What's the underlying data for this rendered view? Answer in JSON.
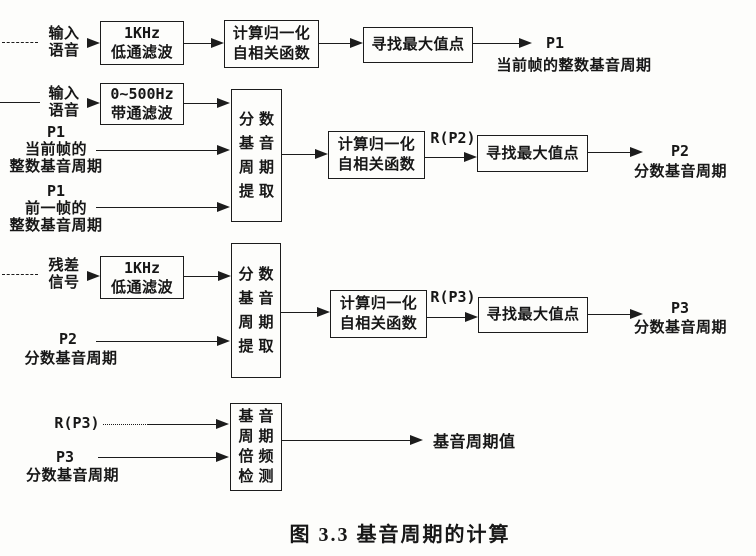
{
  "figure": {
    "caption": "图 3.3 基音周期的计算"
  },
  "row1": {
    "input": {
      "l1": "输入",
      "l2": "语音"
    },
    "lowpass": {
      "l1": "1KHz",
      "l2": "低通滤波"
    },
    "autocorr": {
      "l1": "计算归一化",
      "l2": "自相关函数"
    },
    "findmax": "寻找最大值点",
    "output": {
      "label": "P1",
      "desc": "当前帧的整数基音周期"
    }
  },
  "row2": {
    "input": {
      "l1": "输入",
      "l2": "语音"
    },
    "bandpass": {
      "l1": "0~500Hz",
      "l2": "带通滤波"
    },
    "in_current": {
      "label": "P1",
      "l1": "当前帧的",
      "l2": "整数基音周期"
    },
    "in_previous": {
      "label": "P1",
      "l1": "前一帧的",
      "l2": "整数基音周期"
    },
    "extract": {
      "l1": "分数",
      "l2": "基音",
      "l3": "周期",
      "l4": "提取"
    },
    "autocorr": {
      "l1": "计算归一化",
      "l2": "自相关函数"
    },
    "arrow_label": "R(P2)",
    "findmax": "寻找最大值点",
    "output": {
      "label": "P2",
      "desc": "分数基音周期"
    }
  },
  "row3": {
    "input": {
      "l1": "残差",
      "l2": "信号"
    },
    "lowpass": {
      "l1": "1KHz",
      "l2": "低通滤波"
    },
    "in_p2": {
      "label": "P2",
      "desc": "分数基音周期"
    },
    "extract": {
      "l1": "分数",
      "l2": "基音",
      "l3": "周期",
      "l4": "提取"
    },
    "autocorr": {
      "l1": "计算归一化",
      "l2": "自相关函数"
    },
    "arrow_label": "R(P3)",
    "findmax": "寻找最大值点",
    "output": {
      "label": "P3",
      "desc": "分数基音周期"
    }
  },
  "row4": {
    "in_r": "R(P3)",
    "in_p3": {
      "label": "P3",
      "desc": "分数基音周期"
    },
    "detect": {
      "l1": "基音",
      "l2": "周期",
      "l3": "倍频",
      "l4": "检测"
    },
    "output": "基音周期值"
  }
}
